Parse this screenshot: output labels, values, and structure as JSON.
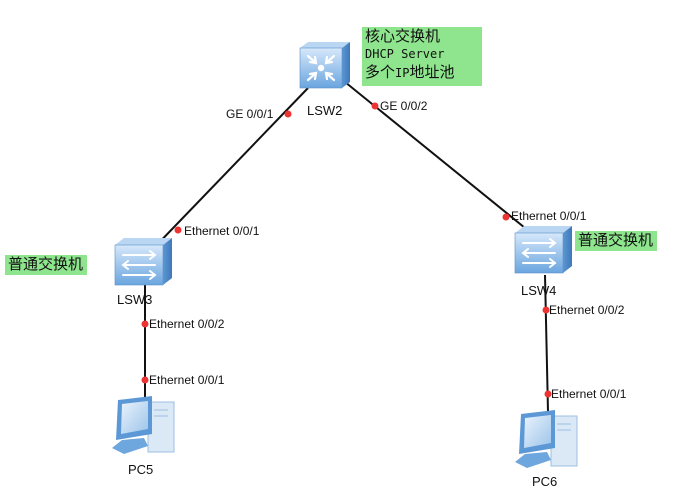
{
  "diagram": {
    "type": "network-topology",
    "devices": [
      {
        "id": "LSW2",
        "label": "LSW2",
        "kind": "core-switch"
      },
      {
        "id": "LSW3",
        "label": "LSW3",
        "kind": "access-switch"
      },
      {
        "id": "LSW4",
        "label": "LSW4",
        "kind": "access-switch"
      },
      {
        "id": "PC5",
        "label": "PC5",
        "kind": "pc"
      },
      {
        "id": "PC6",
        "label": "PC6",
        "kind": "pc"
      }
    ],
    "links": [
      {
        "from": "LSW2",
        "from_port": "GE 0/0/1",
        "to": "LSW3",
        "to_port": "Ethernet 0/0/1"
      },
      {
        "from": "LSW2",
        "from_port": "GE 0/0/2",
        "to": "LSW4",
        "to_port": "Ethernet 0/0/1"
      },
      {
        "from": "LSW3",
        "from_port": "Ethernet 0/0/2",
        "to": "PC5",
        "to_port": "Ethernet 0/0/1"
      },
      {
        "from": "LSW4",
        "from_port": "Ethernet 0/0/2",
        "to": "PC6",
        "to_port": "Ethernet 0/0/1"
      }
    ],
    "notes": {
      "core": {
        "line1": "核心交换机",
        "line2": "DHCP Server",
        "line3_cn1": "多个",
        "line3_ip": "IP",
        "line3_cn2": "地址池"
      },
      "lsw3": "普通交换机",
      "lsw4": "普通交换机"
    },
    "colors": {
      "note_bg": "#8ee58e",
      "port_dot": "#ee3333",
      "link": "#111111",
      "device_blue": "#7fb3e6"
    }
  }
}
